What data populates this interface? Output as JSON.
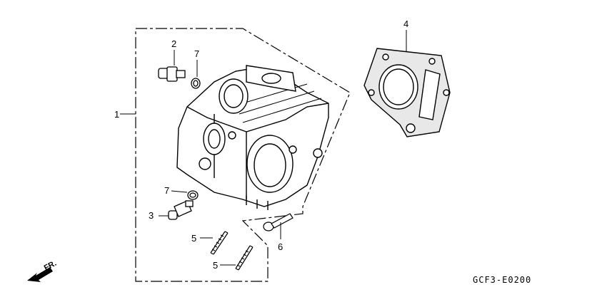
{
  "callouts": {
    "c1": "1",
    "c2": "2",
    "c3": "3",
    "c4": "4",
    "c5a": "5",
    "c5b": "5",
    "c6": "6",
    "c7a": "7",
    "c7b": "7"
  },
  "direction_label": "FR.",
  "diagram_code": "GCF3-E0200"
}
